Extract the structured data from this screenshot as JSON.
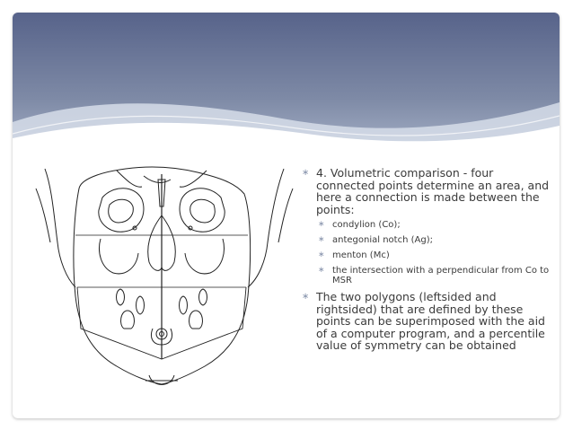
{
  "slide": {
    "bullets": [
      {
        "marker": "∗",
        "text": "4. Volumetric comparison - four connected points determine an area, and here a connection is made between the points:",
        "subitems": [
          {
            "marker": "∗",
            "text": "condylion (Co);"
          },
          {
            "marker": "∗",
            "text": "antegonial notch (Ag);"
          },
          {
            "marker": "∗",
            "text": "menton (Mc)"
          },
          {
            "marker": "∗",
            "text": "the intersection with a perpendicular from Co to MSR"
          }
        ]
      },
      {
        "marker": "∗",
        "text": "The two polygons (leftsided and rightsided) that are defined by these points can be superimposed with the aid of a computer program, and a percentile value of symmetry can be obtained",
        "subitems": []
      }
    ]
  },
  "colors": {
    "banner_top": "#5d6a8a",
    "banner_bottom": "#a4b0c6",
    "text": "#3b3b3b",
    "bullet": "#8a96ae"
  },
  "figure": {
    "icon": "skull-cephalogram-tracing"
  }
}
